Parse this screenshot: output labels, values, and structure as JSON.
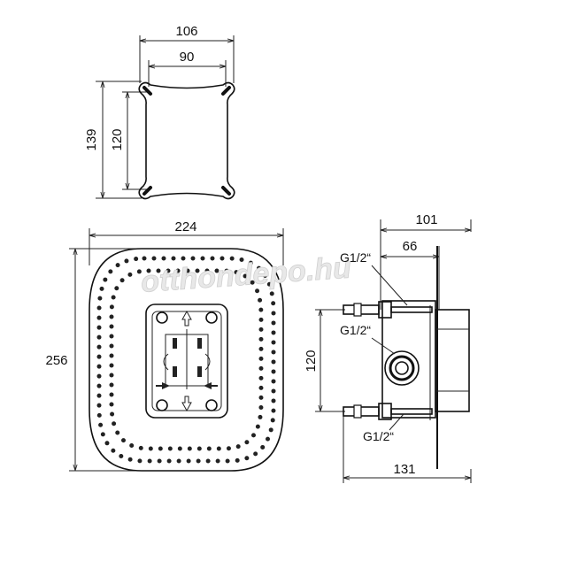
{
  "watermark": "otthondepo.hu",
  "mounting_plate": {
    "width_outer": "106",
    "width_inner": "90",
    "height_outer": "139",
    "height_inner": "120"
  },
  "front_view": {
    "width": "224",
    "height": "256"
  },
  "side_view": {
    "depth_total": "101",
    "depth_body": "66",
    "connection_spacing": "120",
    "overall_length": "131",
    "thread_top": "G1/2“",
    "thread_middle": "G1/2“",
    "thread_bottom": "G1/2“"
  }
}
